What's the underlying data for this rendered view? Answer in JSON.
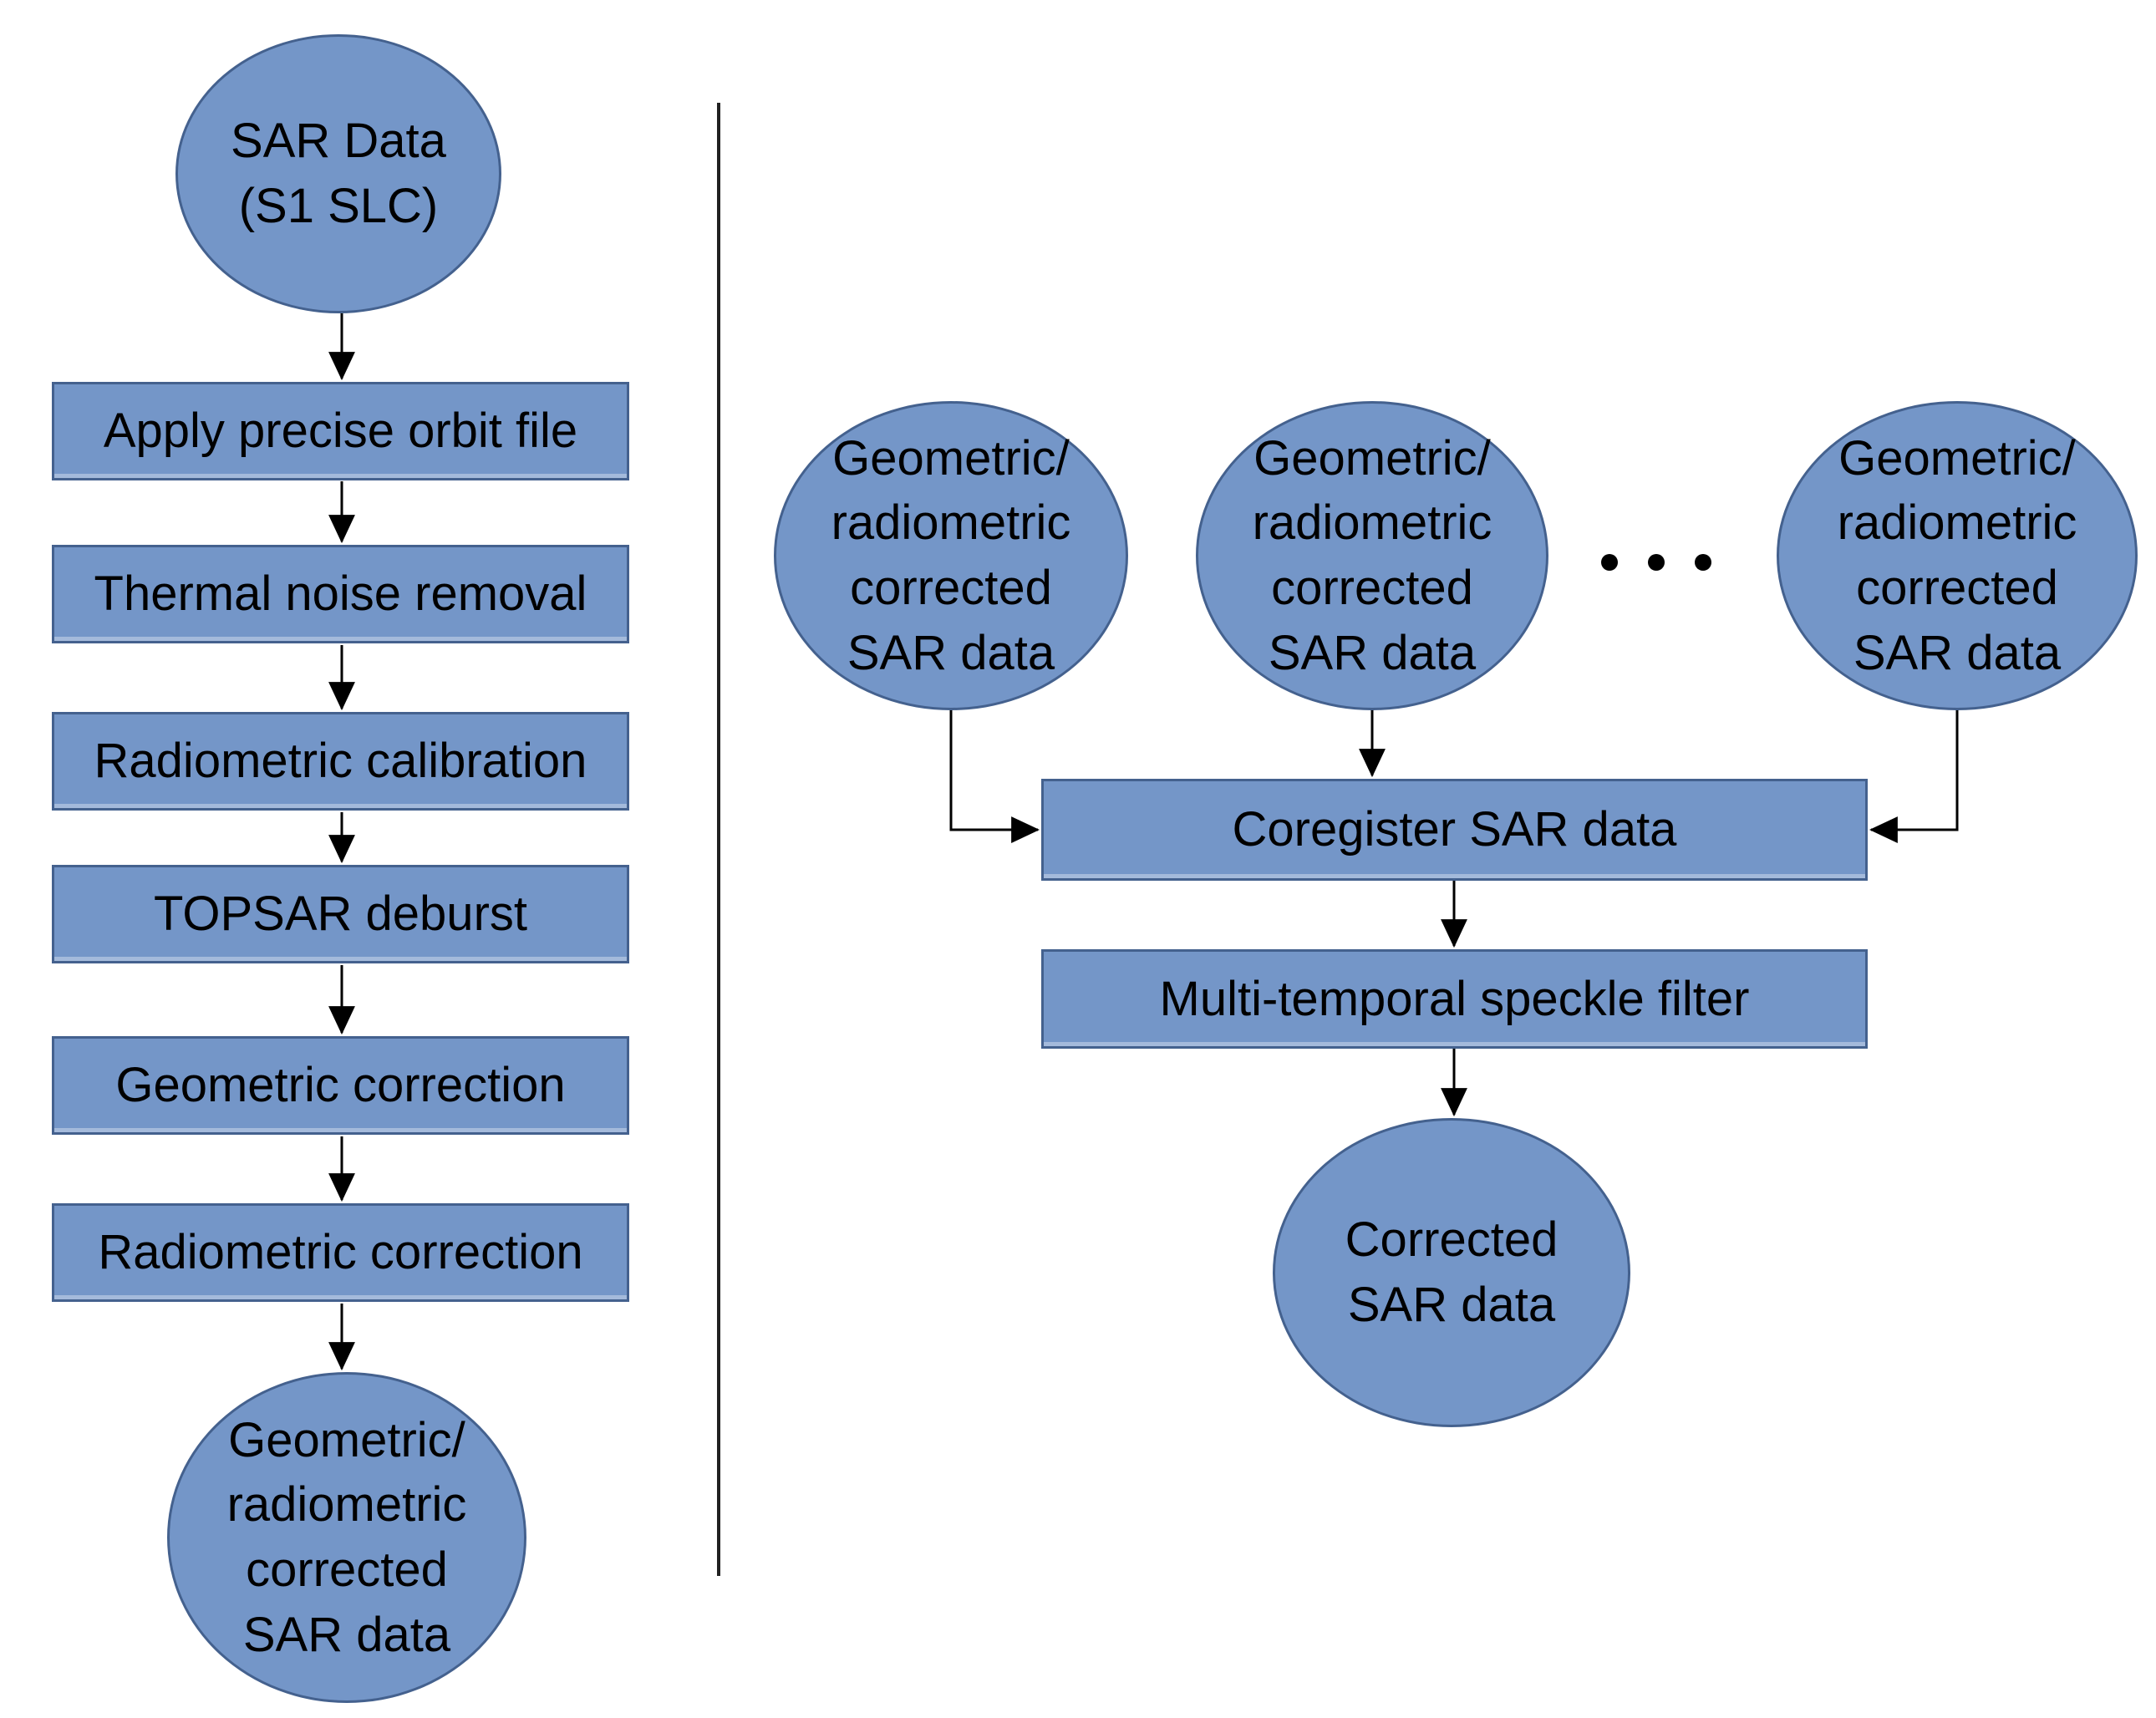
{
  "colors": {
    "node_fill": "#7496c8",
    "node_border": "#44618e",
    "line": "#000000",
    "divider": "#222222",
    "text": "#000000",
    "background": "#ffffff"
  },
  "left_flow": {
    "source": {
      "label": "SAR Data\n(S1 SLC)"
    },
    "steps": [
      {
        "label": "Apply precise orbit file"
      },
      {
        "label": "Thermal noise removal"
      },
      {
        "label": "Radiometric calibration"
      },
      {
        "label": "TOPSAR deburst"
      },
      {
        "label": "Geometric correction"
      },
      {
        "label": "Radiometric correction"
      }
    ],
    "result": {
      "label": "Geometric/\nradiometric\ncorrected\nSAR data"
    }
  },
  "right_flow": {
    "inputs": [
      {
        "label": "Geometric/\nradiometric\ncorrected\nSAR data"
      },
      {
        "label": "Geometric/\nradiometric\ncorrected\nSAR data"
      },
      {
        "label": "Geometric/\nradiometric\ncorrected\nSAR data"
      }
    ],
    "steps": [
      {
        "label": "Coregister SAR data"
      },
      {
        "label": "Multi-temporal speckle filter"
      }
    ],
    "result": {
      "label": "Corrected\nSAR data"
    }
  }
}
